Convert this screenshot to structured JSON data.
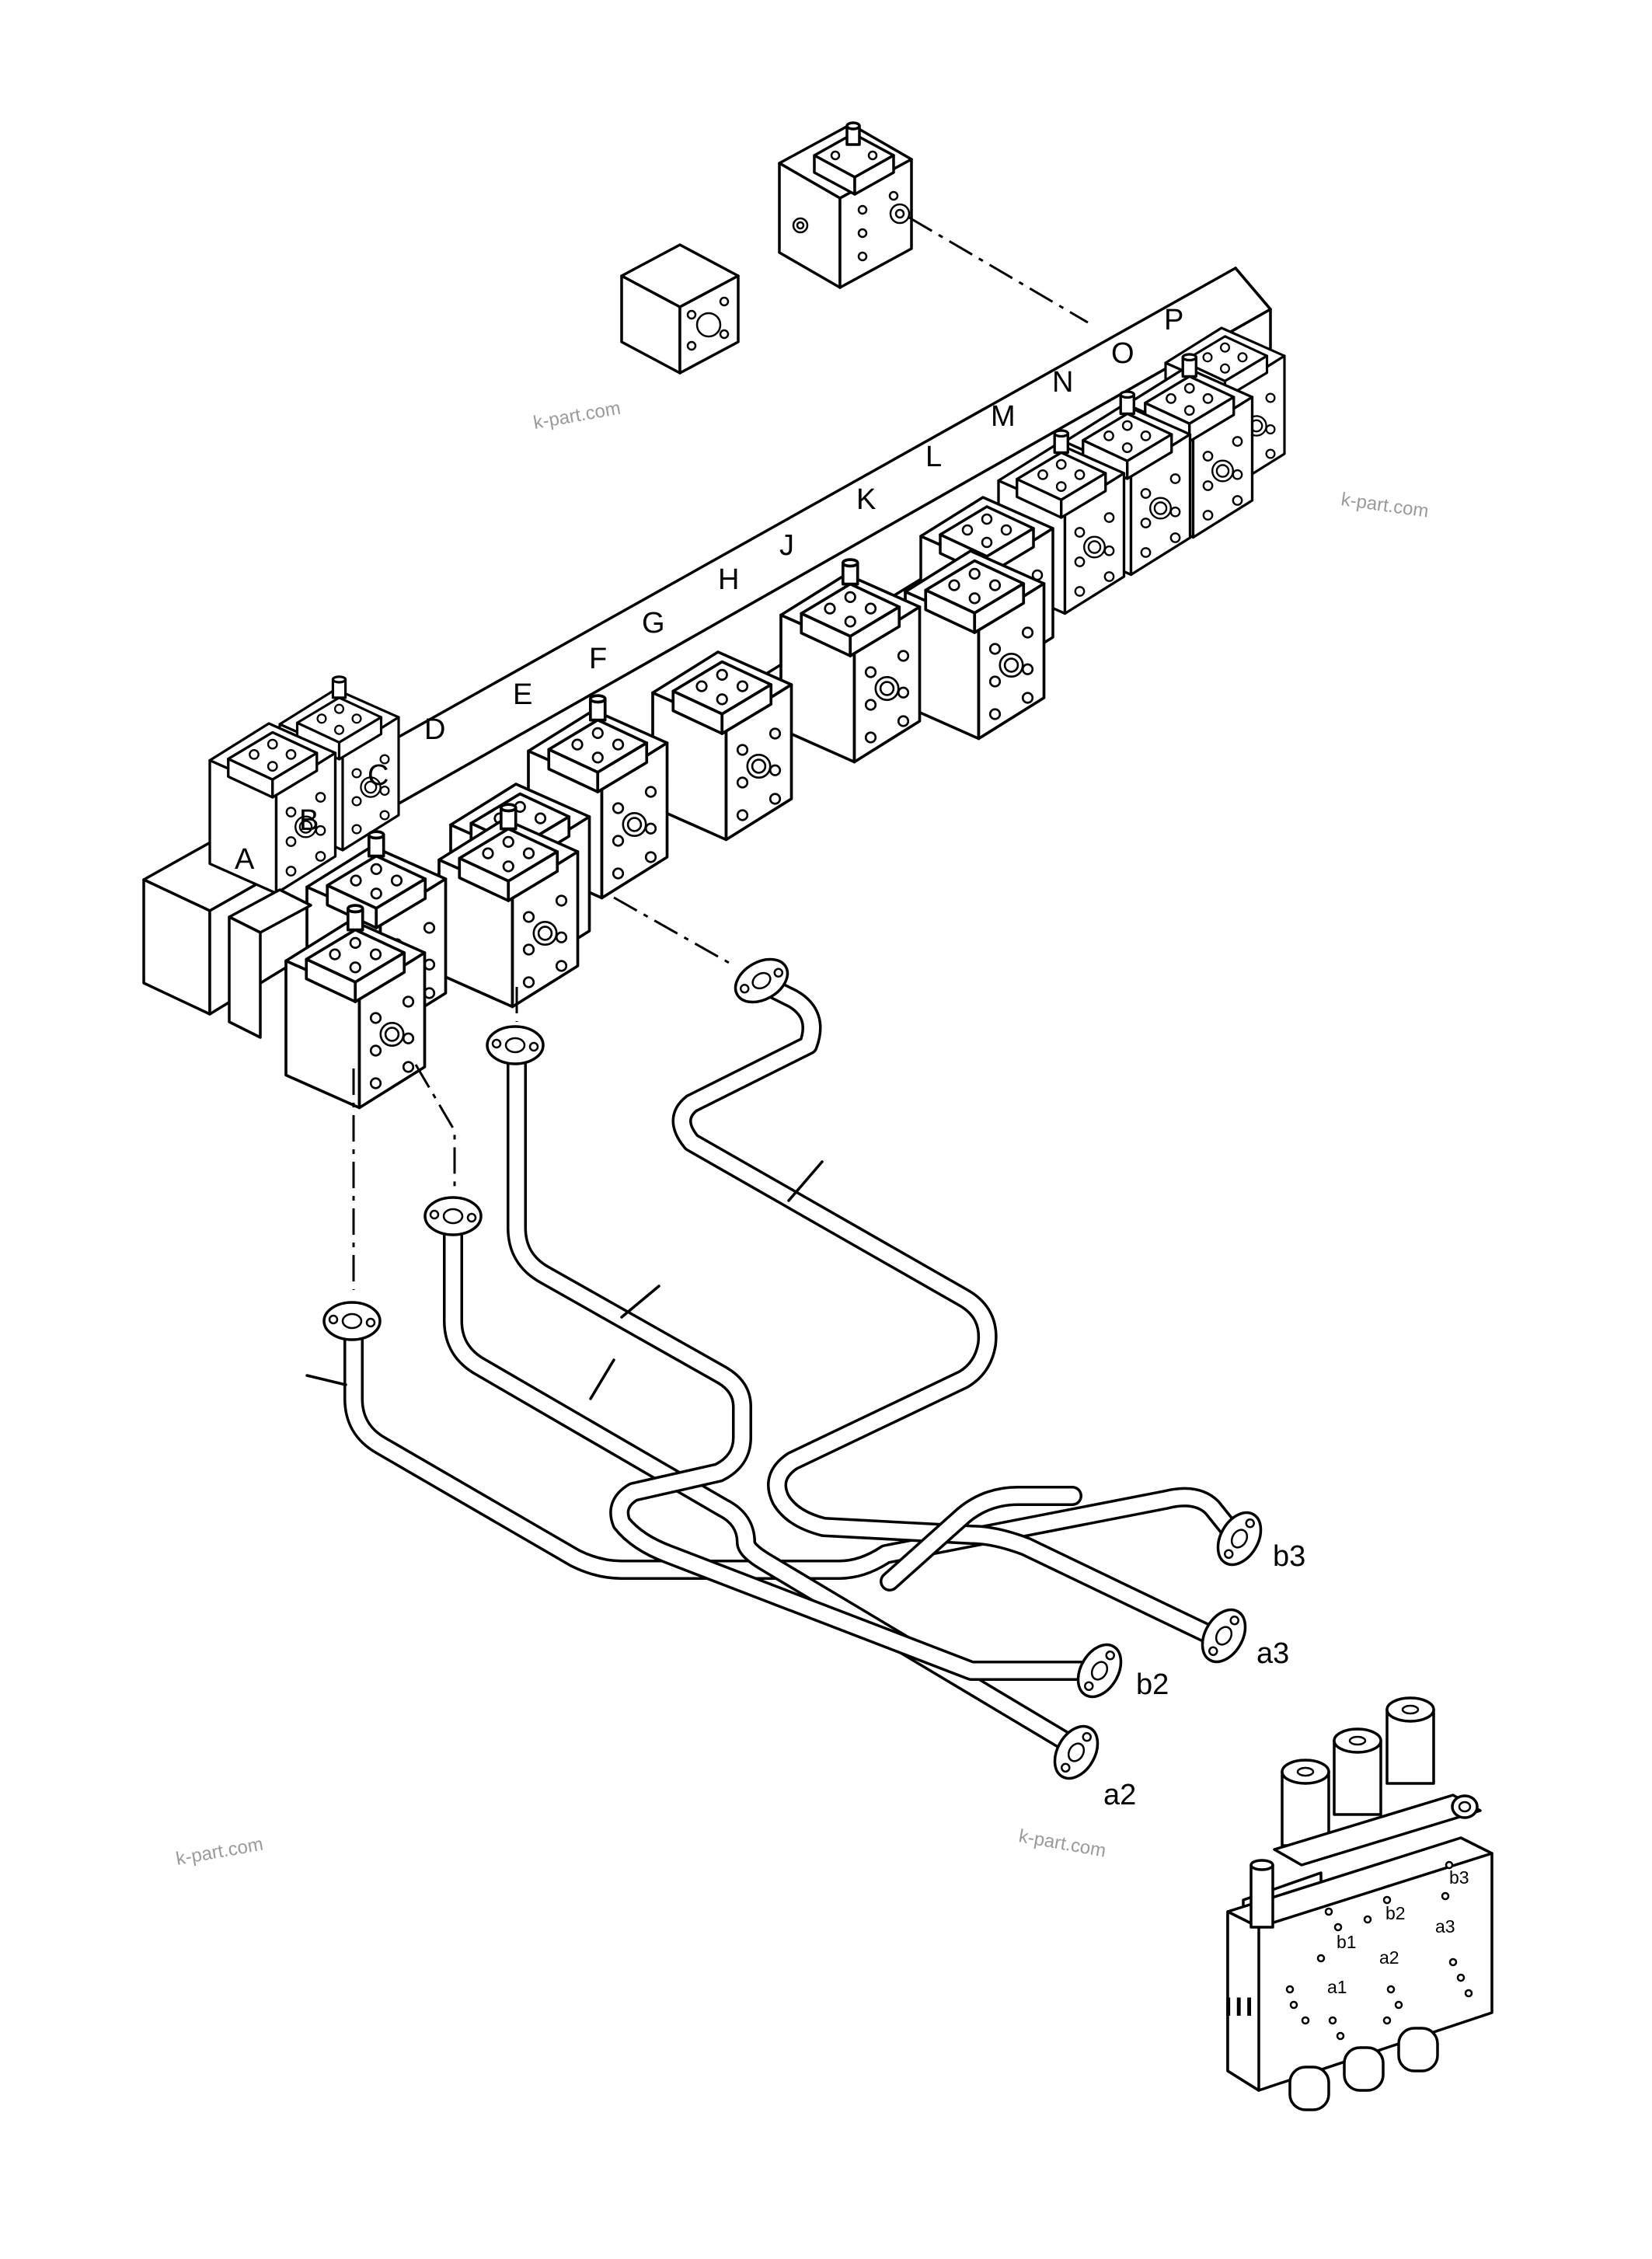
{
  "diagram": {
    "valve_labels": [
      "A",
      "B",
      "C",
      "D",
      "E",
      "F",
      "G",
      "H",
      "J",
      "K",
      "L",
      "M",
      "N",
      "O",
      "P"
    ],
    "port_labels": {
      "b3": "b3",
      "a3": "a3",
      "b2": "b2",
      "a2": "a2"
    },
    "inset": {
      "roman": "III",
      "ports": {
        "b3": "b3",
        "b2": "b2",
        "a3": "a3",
        "b1": "b1",
        "a2": "a2",
        "a1": "a1"
      }
    },
    "watermark": "k-part.com"
  }
}
